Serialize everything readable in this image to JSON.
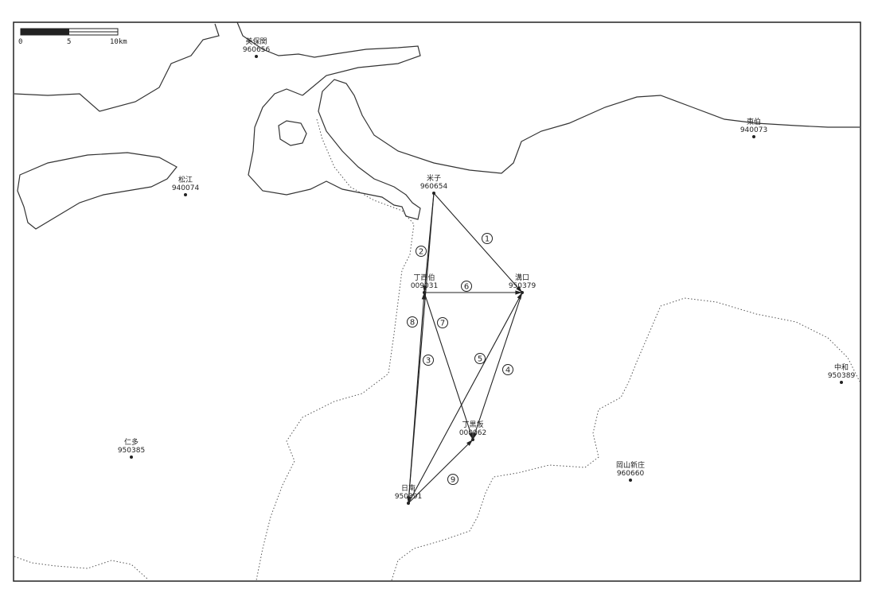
{
  "scale_bar": {
    "ticks": [
      "0",
      "5",
      "10km"
    ]
  },
  "stations": [
    {
      "name": "美保関",
      "code": "960656"
    },
    {
      "name": "東伯",
      "code": "940073"
    },
    {
      "name": "松江",
      "code": "940074"
    },
    {
      "name": "米子",
      "code": "960654"
    },
    {
      "name": "丁西伯",
      "code": "009031"
    },
    {
      "name": "溝口",
      "code": "950379"
    },
    {
      "name": "中和",
      "code": "950389"
    },
    {
      "name": "丁黒坂",
      "code": "000062"
    },
    {
      "name": "仁多",
      "code": "950385"
    },
    {
      "name": "岡山新庄",
      "code": "960660"
    },
    {
      "name": "日南",
      "code": "950391"
    }
  ],
  "baselines": [
    {
      "label": "1",
      "from": 3,
      "to": 5
    },
    {
      "label": "2",
      "from": 3,
      "to": 4
    },
    {
      "label": "3",
      "from": 3,
      "to": 10
    },
    {
      "label": "4",
      "from": 5,
      "to": 7
    },
    {
      "label": "5",
      "from": 10,
      "to": 5
    },
    {
      "label": "6",
      "from": 4,
      "to": 5
    },
    {
      "label": "7",
      "from": 4,
      "to": 7
    },
    {
      "label": "8",
      "from": 10,
      "to": 4
    },
    {
      "label": "9",
      "from": 10,
      "to": 7
    }
  ],
  "colors": {
    "ink": "#222222",
    "paper": "#ffffff"
  }
}
